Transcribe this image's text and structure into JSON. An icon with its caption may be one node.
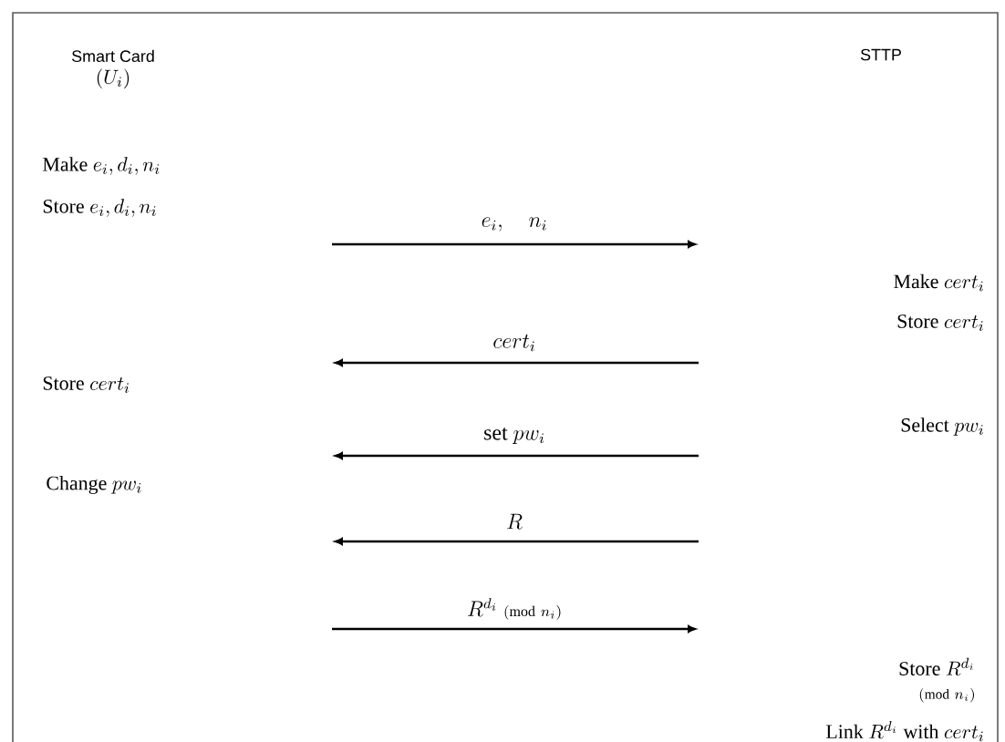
{
  "diagram": {
    "nodes": [
      {
        "text": [
          "Smart Card",
          "(U_i)"
        ]
      },
      {
        "text": [
          "STTP"
        ]
      }
    ],
    "labels": [
      "\\text{Make } e_i, d_i, n_i",
      "\\text{Store } e_i, d_i, n_i",
      "e_i,\\quad n_i",
      "\\text{Make } cert_i",
      "\\text{Store } cert_i",
      "cert_i",
      "\\text{Store } cert_i",
      "\\text{Select } pw_i",
      "\\text{set } pw_i",
      "\\text{Change } pw_i",
      "R",
      "R^{d_i}\\ {\\scriptstyle (\\mathrm{mod}\\ n_i)}",
      "\\begin{array}{r}\\text{Store } R^{d_i}\\\\ {\\scriptstyle (\\mathrm{mod}\\ n_i)}\\end{array}",
      "\\text{Link } R^{d_i} \\text{ with } cert_i"
    ]
  }
}
